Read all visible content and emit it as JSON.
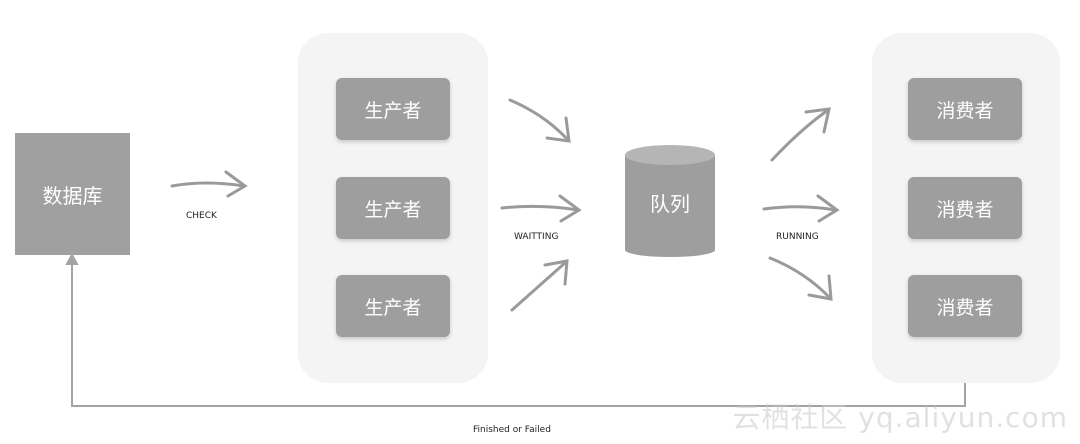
{
  "database": {
    "label": "数据库"
  },
  "producers": [
    {
      "label": "生产者"
    },
    {
      "label": "生产者"
    },
    {
      "label": "生产者"
    }
  ],
  "queue": {
    "label": "队列"
  },
  "consumers": [
    {
      "label": "消费者"
    },
    {
      "label": "消费者"
    },
    {
      "label": "消费者"
    }
  ],
  "edges": {
    "check": "CHECK",
    "waiting": "WAITTING",
    "running": "RUNNING",
    "feedback": "Finished or Failed"
  },
  "watermark": "云栖社区 yq.aliyun.com",
  "colors": {
    "box": "#9e9e9e",
    "panel": "#f4f4f4",
    "arrow": "#9a9a9a"
  }
}
